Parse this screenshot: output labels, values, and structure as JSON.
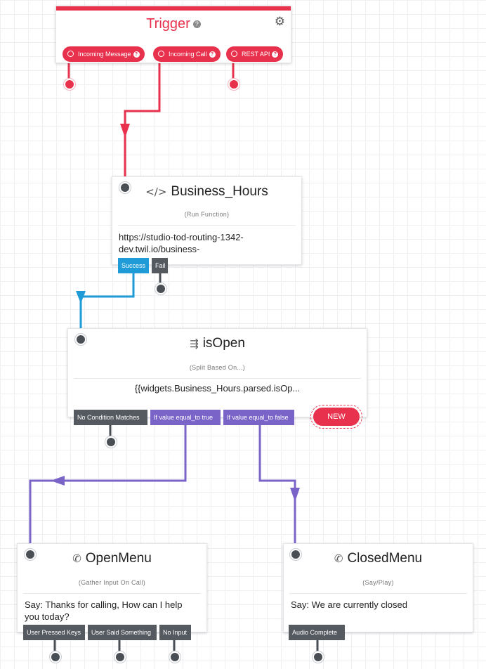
{
  "trigger": {
    "title": "Trigger",
    "help_icon": "question-circle-icon",
    "settings_icon": "gears-icon",
    "pills": [
      {
        "label": "Incoming Message"
      },
      {
        "label": "Incoming Call"
      },
      {
        "label": "REST API"
      }
    ],
    "accent": "#e8314c"
  },
  "widgets": {
    "business_hours": {
      "icon": "code-icon",
      "title": "Business_Hours",
      "subtitle": "(Run Function)",
      "body": "https://studio-tod-routing-1342-dev.twil.io/business-",
      "transitions": [
        "Success",
        "Fail"
      ]
    },
    "is_open": {
      "icon": "split-icon",
      "title": "isOpen",
      "subtitle": "(Split Based On...)",
      "body": "{{widgets.Business_Hours.parsed.isOp...",
      "transitions": [
        "No Condition Matches",
        "If value equal_to true",
        "If value equal_to false"
      ],
      "new_label": "NEW"
    },
    "open_menu": {
      "icon": "phone-icon",
      "title": "OpenMenu",
      "subtitle": "(Gather Input On Call)",
      "body": "Say: Thanks for calling, How can I help you today?",
      "transitions": [
        "User Pressed Keys",
        "User Said Something",
        "No Input"
      ]
    },
    "closed_menu": {
      "icon": "phone-icon",
      "title": "ClosedMenu",
      "subtitle": "(Say/Play)",
      "body": "Say: We are currently closed",
      "transitions": [
        "Audio Complete"
      ]
    }
  },
  "colors": {
    "trigger_wire": "#e8314c",
    "success_wire": "#1f9bd7",
    "condition_wire": "#7a64c8",
    "grid": "#eef0f3"
  }
}
